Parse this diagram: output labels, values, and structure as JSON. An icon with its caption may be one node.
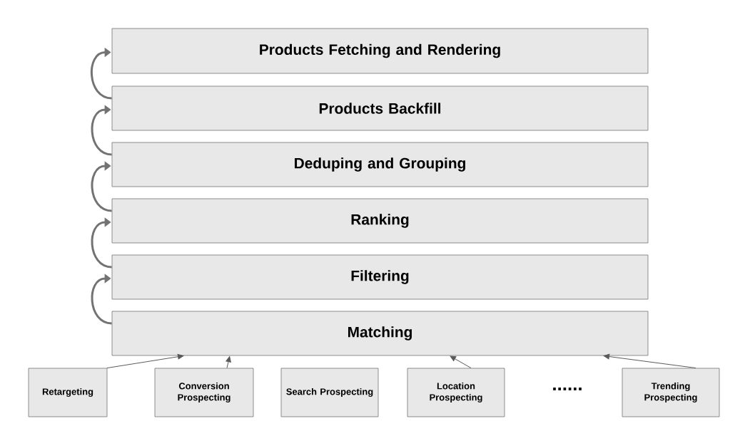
{
  "diagram": {
    "nodes": [
      {
        "text": [
          "Products Fetching and Rendering"
        ]
      },
      {
        "text": [
          "Products Backfill"
        ]
      },
      {
        "text": [
          "Deduping and Grouping"
        ]
      },
      {
        "text": [
          "Ranking"
        ]
      },
      {
        "text": [
          "Filtering"
        ]
      },
      {
        "text": [
          "Matching"
        ]
      },
      {
        "text": [
          "Retargeting"
        ]
      },
      {
        "text": [
          "Conversion Prospecting"
        ]
      },
      {
        "text": [
          "Search Prospecting"
        ]
      },
      {
        "text": [
          "Location Prospecting"
        ]
      },
      {
        "text": [
          "Trending Prospecting"
        ]
      }
    ],
    "edges": [
      {
        "from": 5,
        "to": 4,
        "arrow": "to"
      },
      {
        "from": 4,
        "to": 3,
        "arrow": "to"
      },
      {
        "from": 3,
        "to": 2,
        "arrow": "to"
      },
      {
        "from": 2,
        "to": 1,
        "arrow": "to"
      },
      {
        "from": 1,
        "to": 0,
        "arrow": "to"
      },
      {
        "from": 6,
        "to": 5,
        "arrow": "to"
      },
      {
        "from": 7,
        "to": 5,
        "arrow": "to"
      },
      {
        "from": 9,
        "to": 5,
        "arrow": "to"
      },
      {
        "from": 10,
        "to": 5,
        "arrow": "to"
      }
    ],
    "labels": [
      "......"
    ]
  }
}
